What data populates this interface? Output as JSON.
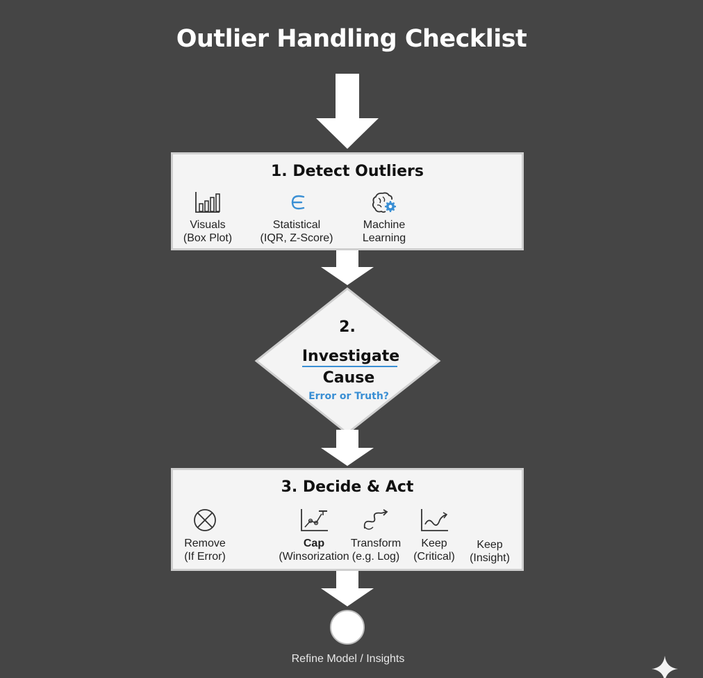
{
  "title": "Outlier Handling Checklist",
  "step1": {
    "title": "1. Detect Outliers",
    "items": [
      {
        "icon": "bar-chart-icon",
        "line1": "Visuals",
        "line2": "(Box Plot)"
      },
      {
        "icon": "statistics-icon",
        "line1": "Statistical",
        "line2": "(IQR, Z-Score)"
      },
      {
        "icon": "brain-gear-icon",
        "line1": "Machine",
        "line2": "Learning"
      }
    ]
  },
  "step2": {
    "number": "2.",
    "line1": "Investigate",
    "line2": "Cause",
    "subtitle": "Error or Truth?"
  },
  "step3": {
    "title": "3. Decide & Act",
    "items": [
      {
        "icon": "crossed-circle-icon",
        "line1": "Remove",
        "line2": "(If Error)"
      },
      {
        "icon": "capped-line-icon",
        "line1": "Cap",
        "line2": "(Winsorization"
      },
      {
        "icon": "curve-arrow-icon",
        "line1": "Transform",
        "line2": "(e.g. Log)"
      },
      {
        "icon": "trend-chart-icon",
        "line1": "Keep",
        "line2": "(Critical)"
      },
      {
        "icon": "",
        "line1": "Keep",
        "line2": "(Insight)"
      }
    ]
  },
  "end": {
    "label": "Refine Model / Insights"
  },
  "colors": {
    "background": "#454545",
    "box": "#f4f4f4",
    "accent": "#3a8fd4"
  }
}
